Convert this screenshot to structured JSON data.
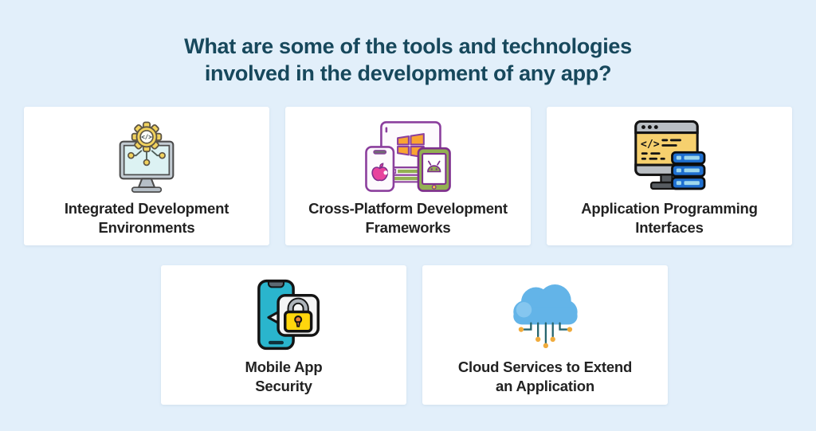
{
  "title": {
    "line1": "What are some of the tools and technologies",
    "line2": "involved in the development of any app?"
  },
  "cards": [
    {
      "id": "ide",
      "icon": "ide-monitor-gear-icon",
      "label_line1": "Integrated Development",
      "label_line2": "Environments"
    },
    {
      "id": "cross-platform",
      "icon": "multi-device-platforms-icon",
      "label_line1": "Cross-Platform Development",
      "label_line2": "Frameworks"
    },
    {
      "id": "api",
      "icon": "code-window-server-icon",
      "label_line1": "Application Programming",
      "label_line2": "Interfaces"
    },
    {
      "id": "mobile-security",
      "icon": "phone-padlock-icon",
      "label_line1": "Mobile App",
      "label_line2": "Security"
    },
    {
      "id": "cloud-services",
      "icon": "cloud-circuit-icon",
      "label_line1": "Cloud Services to Extend",
      "label_line2": "an Application"
    }
  ],
  "colors": {
    "background": "#e2effa",
    "card": "#ffffff",
    "title": "#17485c",
    "label": "#222222",
    "gear_yellow": "#f2d35e",
    "monitor_gray": "#c3ccd3",
    "screen_cyan": "#dcf2f3",
    "purple_outline": "#8b3f9d",
    "windows_orange": "#f9a432",
    "apple_pink": "#e8439d",
    "android_green": "#93b052",
    "code_window_yellow": "#f6d06e",
    "server_blue": "#1f6fd0",
    "server_slot_blue": "#9fd8ec",
    "phone_cyan": "#2ab5cd",
    "lock_yellow": "#ffd60d",
    "keyhole_orange": "#e8813b",
    "cloud_blue": "#63b4e8",
    "circuit_teal": "#26656e",
    "node_orange": "#f0ab3c"
  }
}
